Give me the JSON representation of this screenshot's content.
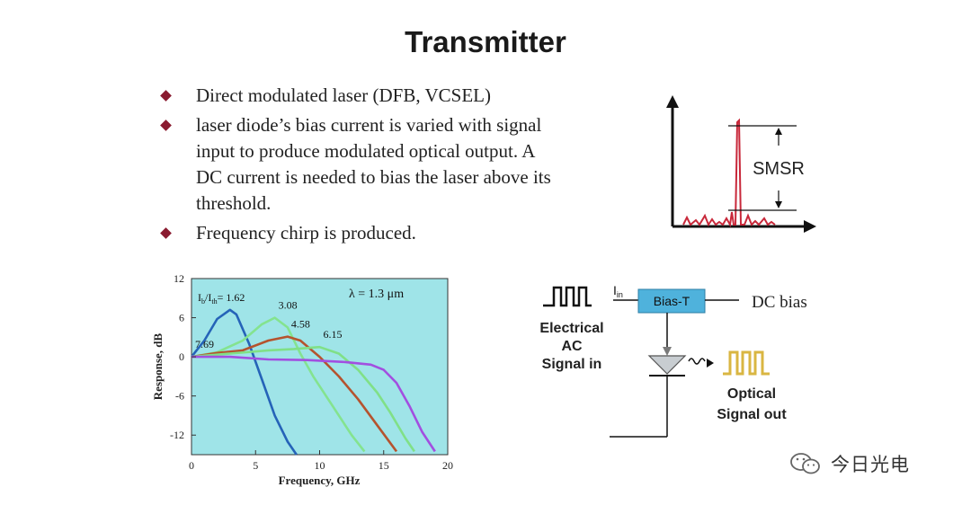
{
  "slide": {
    "title": "Transmitter",
    "bullets": [
      {
        "lines": [
          "Direct modulated laser (DFB, VCSEL)"
        ]
      },
      {
        "lines": [
          "laser diode’s bias current is varied with signal",
          "input to produce modulated optical output. A",
          "DC current is needed to bias the laser above its",
          "threshold."
        ]
      },
      {
        "lines": [
          "Frequency chirp is produced."
        ]
      }
    ]
  },
  "spectrum": {
    "label": "SMSR"
  },
  "circuit": {
    "input_label": "I",
    "input_subscript": "in",
    "bias_t": "Bias-T",
    "dc_bias": "DC bias",
    "electrical_lines": [
      "Electrical",
      "AC",
      "Signal in"
    ],
    "optical_lines": [
      "Optical",
      "Signal out"
    ],
    "colors": {
      "bias_box": "#4fb2dc",
      "optical_pulse": "#d9b642",
      "arrow_head": "#7a7a7a"
    }
  },
  "chart_data": {
    "type": "line",
    "xlabel": "Frequency, GHz",
    "ylabel": "Response, dB",
    "xlim": [
      0,
      20
    ],
    "ylim": [
      -15,
      12
    ],
    "xticks": [
      0,
      5,
      10,
      15,
      20
    ],
    "yticks": [
      12,
      6,
      0,
      -6,
      -12
    ],
    "grid": false,
    "background": "#9fe4e8",
    "annotation": "λ = 1.3 μm",
    "bias_label": {
      "main": "I",
      "sub1": "b",
      "mid": "/I",
      "sub2": "th",
      "value": "= 1.62"
    },
    "series": [
      {
        "name": "1.62",
        "color": "#2563b8",
        "x": [
          0,
          1,
          2,
          3,
          3.5,
          4.5,
          5.5,
          6.5,
          7.5,
          8.2
        ],
        "y": [
          0,
          2.5,
          5.8,
          7.2,
          6.5,
          2,
          -3.5,
          -9,
          -13,
          -15
        ]
      },
      {
        "name": "3.08",
        "color": "#84e38f",
        "x": [
          0,
          2,
          4,
          5.5,
          6.5,
          7.5,
          8.5,
          9.5,
          11,
          12.5,
          13.5
        ],
        "y": [
          0,
          0.7,
          2.5,
          5,
          6,
          4.5,
          0.5,
          -3,
          -7.5,
          -12,
          -14.5
        ]
      },
      {
        "name": "4.58",
        "color": "#b5532e",
        "x": [
          0,
          2,
          4,
          6,
          7.5,
          8.5,
          10,
          11.5,
          13,
          14.5,
          16
        ],
        "y": [
          0,
          0.6,
          1,
          2.5,
          3.1,
          2.5,
          0,
          -3,
          -6.5,
          -10.5,
          -14.5
        ]
      },
      {
        "name": "6.15",
        "color": "#80e087",
        "x": [
          0,
          3,
          6,
          8,
          10,
          11.5,
          13,
          14.5,
          15.5,
          16.7,
          17.4
        ],
        "y": [
          0,
          0.5,
          1,
          1.2,
          1.5,
          0.5,
          -2,
          -5.5,
          -8.5,
          -12.5,
          -14.5
        ]
      },
      {
        "name": "7.69",
        "color": "#a24fe0",
        "x": [
          0,
          3,
          6,
          9,
          12,
          14,
          15,
          16,
          17,
          18,
          19
        ],
        "y": [
          0,
          0,
          -0.4,
          -0.5,
          -0.8,
          -1.2,
          -2,
          -4,
          -7.5,
          -11.5,
          -14.5
        ]
      }
    ]
  },
  "watermark": {
    "text": "今日光电"
  }
}
